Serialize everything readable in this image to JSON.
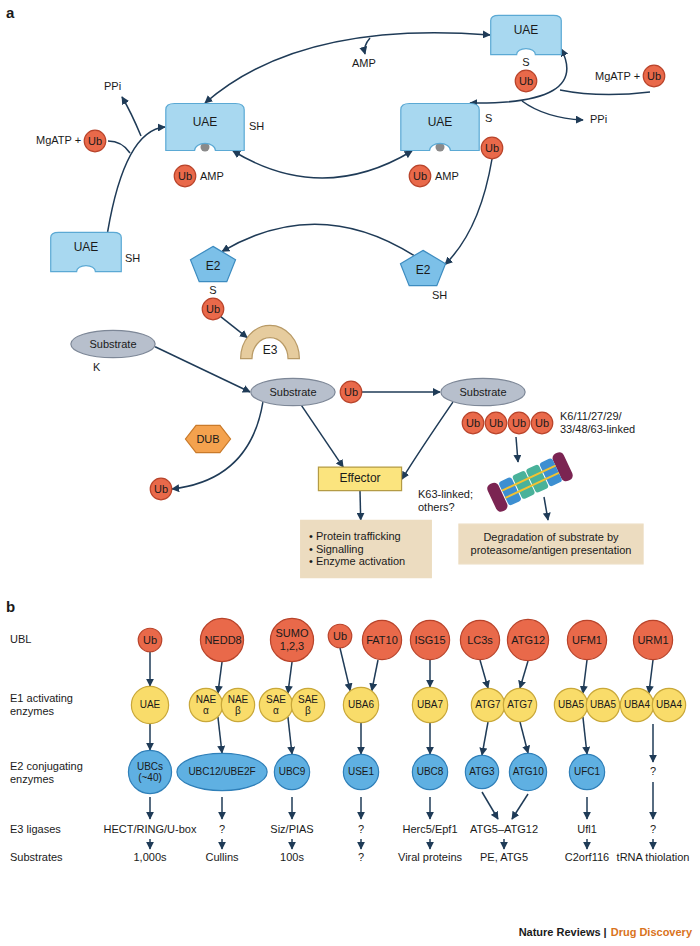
{
  "diagram": {
    "nodes": [
      {
        "text": [
          "UAE"
        ]
      },
      {
        "text": [
          "Ub"
        ]
      },
      {
        "text": [
          "Ub"
        ]
      },
      {
        "text": [
          "Ub"
        ]
      },
      {
        "text": [
          "UAE"
        ]
      },
      {
        "text": [
          "UAE"
        ]
      },
      {
        "text": [
          "Ub"
        ]
      },
      {
        "text": [
          "Ub"
        ]
      },
      {
        "text": [
          "Ub"
        ]
      },
      {
        "text": [
          "UAE"
        ]
      },
      {
        "text": [
          "E2"
        ]
      },
      {
        "text": [
          "E2"
        ]
      },
      {
        "text": [
          "Ub"
        ]
      },
      {
        "text": [
          "Substrate"
        ]
      },
      {
        "text": [
          "E3"
        ]
      },
      {
        "text": [
          "Substrate"
        ]
      },
      {
        "text": [
          "Ub"
        ]
      },
      {
        "text": [
          "Substrate"
        ]
      },
      {
        "text": [
          "Ub"
        ]
      },
      {
        "text": [
          "Ub"
        ]
      },
      {
        "text": [
          "Ub"
        ]
      },
      {
        "text": [
          "Ub"
        ]
      },
      {
        "text": [
          "DUB"
        ]
      },
      {
        "text": [
          "Ub"
        ]
      },
      {
        "text": [
          "Effector"
        ]
      },
      {
        "text": [
          "• Protein trafficking",
          "• Signalling",
          "• Enzyme activation"
        ]
      },
      {
        "text": [
          "Degradation of substrate by proteasome/antigen presentation"
        ]
      },
      {
        "text": [
          "Ub"
        ]
      },
      {
        "text": [
          "NEDD8"
        ]
      },
      {
        "text": [
          "SUMO 1,2,3"
        ]
      },
      {
        "text": [
          "Ub"
        ]
      },
      {
        "text": [
          "FAT10"
        ]
      },
      {
        "text": [
          "ISG15"
        ]
      },
      {
        "text": [
          "LC3s"
        ]
      },
      {
        "text": [
          "ATG12"
        ]
      },
      {
        "text": [
          "UFM1"
        ]
      },
      {
        "text": [
          "URM1"
        ]
      },
      {
        "text": [
          "UAE"
        ]
      },
      {
        "text": [
          "NAE α"
        ]
      },
      {
        "text": [
          "NAE β"
        ]
      },
      {
        "text": [
          "SAE α"
        ]
      },
      {
        "text": [
          "SAE β"
        ]
      },
      {
        "text": [
          "UBA6"
        ]
      },
      {
        "text": [
          "UBA7"
        ]
      },
      {
        "text": [
          "ATG7"
        ]
      },
      {
        "text": [
          "ATG7"
        ]
      },
      {
        "text": [
          "UBA5"
        ]
      },
      {
        "text": [
          "UBA5"
        ]
      },
      {
        "text": [
          "UBA4"
        ]
      },
      {
        "text": [
          "UBA4"
        ]
      },
      {
        "text": [
          "UBCs (~40)"
        ]
      },
      {
        "text": [
          "UBC12/UBE2F"
        ]
      },
      {
        "text": [
          "UBC9"
        ]
      },
      {
        "text": [
          "USE1"
        ]
      },
      {
        "text": [
          "UBC8"
        ]
      },
      {
        "text": [
          "ATG3"
        ]
      },
      {
        "text": [
          "ATG10"
        ]
      },
      {
        "text": [
          "UFC1"
        ]
      }
    ],
    "edges": [
      {
        "from": 9,
        "to": 4,
        "arrow": "to"
      },
      {
        "from": 4,
        "to": 0,
        "arrow": "both"
      },
      {
        "from": 0,
        "to": 5,
        "arrow": "both"
      },
      {
        "from": 5,
        "to": 4,
        "arrow": "both"
      },
      {
        "from": 6,
        "to": 11,
        "arrow": "to"
      },
      {
        "from": 11,
        "to": 10,
        "arrow": "to"
      },
      {
        "from": 12,
        "to": 14,
        "arrow": "to"
      },
      {
        "from": 13,
        "to": 15,
        "arrow": "to"
      },
      {
        "from": 16,
        "to": 17,
        "arrow": "to"
      },
      {
        "from": 15,
        "to": 24,
        "arrow": "to"
      },
      {
        "from": 15,
        "to": 23,
        "arrow": "to"
      },
      {
        "from": 17,
        "to": 24,
        "arrow": "to"
      },
      {
        "from": 24,
        "to": 25,
        "arrow": "to"
      },
      {
        "from": 27,
        "to": 37,
        "arrow": "to"
      },
      {
        "from": 28,
        "to": 38,
        "arrow": "to"
      },
      {
        "from": 29,
        "to": 40,
        "arrow": "to"
      },
      {
        "from": 30,
        "to": 42,
        "arrow": "to"
      },
      {
        "from": 31,
        "to": 42,
        "arrow": "to"
      },
      {
        "from": 32,
        "to": 43,
        "arrow": "to"
      },
      {
        "from": 33,
        "to": 44,
        "arrow": "to"
      },
      {
        "from": 34,
        "to": 45,
        "arrow": "to"
      },
      {
        "from": 35,
        "to": 46,
        "arrow": "to"
      },
      {
        "from": 36,
        "to": 48,
        "arrow": "to"
      },
      {
        "from": 37,
        "to": 50,
        "arrow": "to"
      },
      {
        "from": 38,
        "to": 51,
        "arrow": "to"
      },
      {
        "from": 40,
        "to": 52,
        "arrow": "to"
      },
      {
        "from": 42,
        "to": 53,
        "arrow": "to"
      },
      {
        "from": 43,
        "to": 54,
        "arrow": "to"
      },
      {
        "from": 44,
        "to": 55,
        "arrow": "to"
      },
      {
        "from": 45,
        "to": 56,
        "arrow": "to"
      },
      {
        "from": 46,
        "to": 57,
        "arrow": "to"
      }
    ],
    "labels": [
      "a",
      "AMP",
      "MgATP +",
      "PPi",
      "PPi",
      "MgATP +",
      "S",
      "SH",
      "AMP",
      "S",
      "AMP",
      "SH",
      "S",
      "SH",
      "K",
      "K6/11/27/29/ 33/48/63-linked",
      "K63-linked; others?",
      "b",
      "UBL",
      "E1 activating enzymes",
      "E2 conjugating enzymes",
      "E3 ligases",
      "Substrates",
      "?",
      "HECT/RING/U-box",
      "?",
      "Siz/PIAS",
      "?",
      "Herc5/Epf1",
      "ATG5–ATG12",
      "Ufl1",
      "?",
      "1,000s",
      "Cullins",
      "100s",
      "?",
      "Viral proteins",
      "PE, ATG5",
      "C2orf116",
      "tRNA thiolation",
      "Nature Reviews |",
      "Drug Discovery"
    ]
  }
}
